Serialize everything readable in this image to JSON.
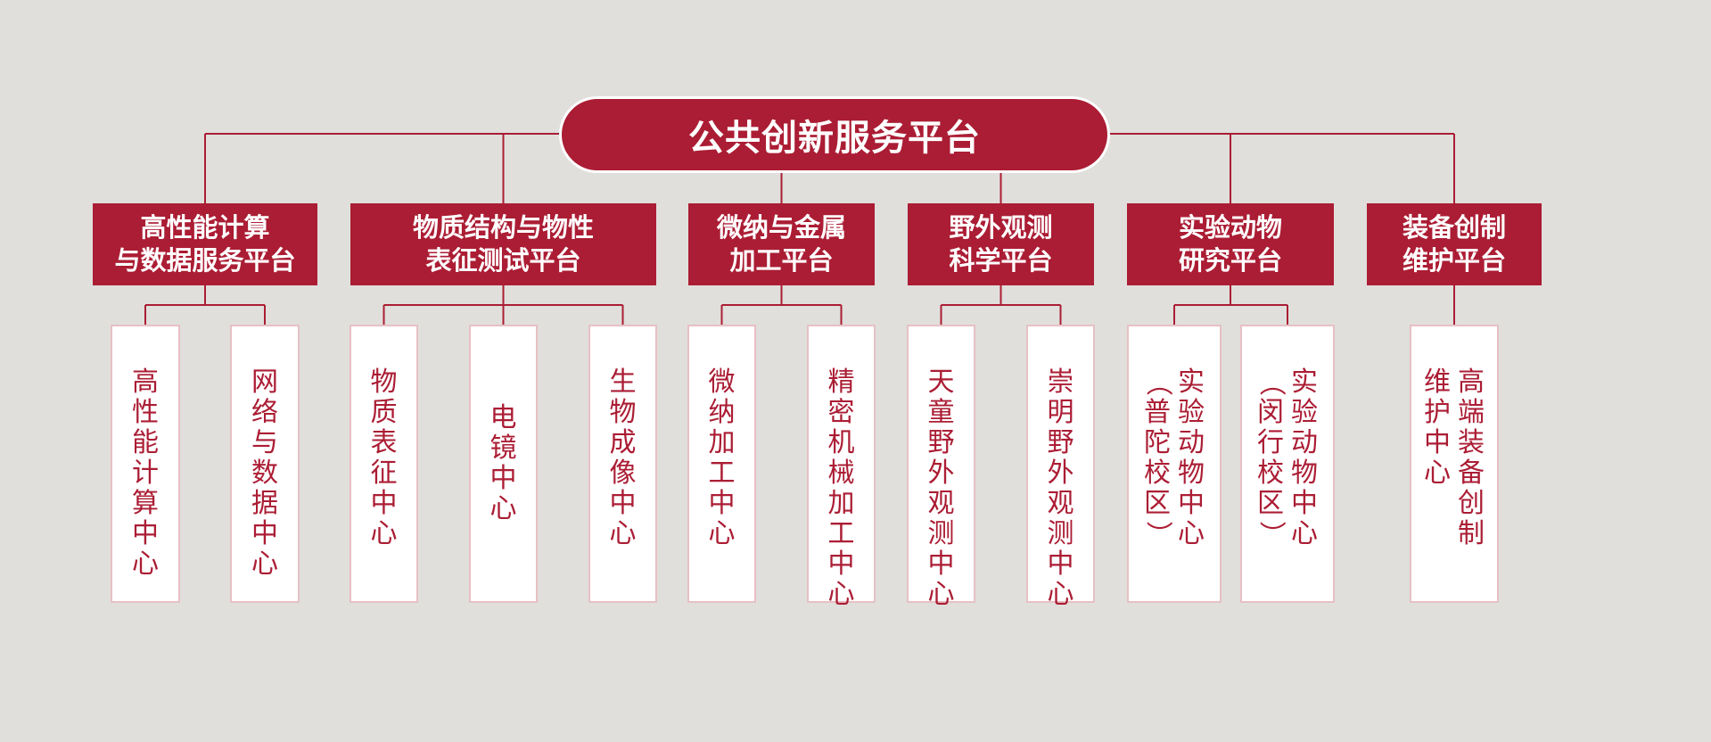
{
  "root": {
    "label": "公共创新服务平台"
  },
  "colors": {
    "primary": "#ab1d34",
    "line": "#ab1d34",
    "border": "#e7c0c4",
    "background": "#e0dfdc",
    "card": "#ffffff"
  },
  "platforms": [
    {
      "lines": [
        "高性能计算",
        "与数据服务平台"
      ],
      "centers": [
        {
          "cols": [
            "高性能计算中心"
          ]
        },
        {
          "cols": [
            "网络与数据中心"
          ]
        }
      ]
    },
    {
      "lines": [
        "物质结构与物性",
        "表征测试平台"
      ],
      "centers": [
        {
          "cols": [
            "物质表征中心"
          ]
        },
        {
          "cols": [
            "电镜中心"
          ]
        },
        {
          "cols": [
            "生物成像中心"
          ]
        }
      ]
    },
    {
      "lines": [
        "微纳与金属",
        "加工平台"
      ],
      "centers": [
        {
          "cols": [
            "微纳加工中心"
          ]
        },
        {
          "cols": [
            "精密机械加工中心"
          ]
        }
      ]
    },
    {
      "lines": [
        "野外观测",
        "科学平台"
      ],
      "centers": [
        {
          "cols": [
            "天童野外观测中心"
          ]
        },
        {
          "cols": [
            "崇明野外观测中心"
          ]
        }
      ]
    },
    {
      "lines": [
        "实验动物",
        "研究平台"
      ],
      "centers": [
        {
          "cols": [
            "实验动物中心",
            "（普陀校区）"
          ]
        },
        {
          "cols": [
            "实验动物中心",
            "（闵行校区）"
          ]
        }
      ]
    },
    {
      "lines": [
        "装备创制",
        "维护平台"
      ],
      "centers": [
        {
          "cols": [
            "高端装备创制",
            "维护中心"
          ]
        }
      ]
    }
  ]
}
